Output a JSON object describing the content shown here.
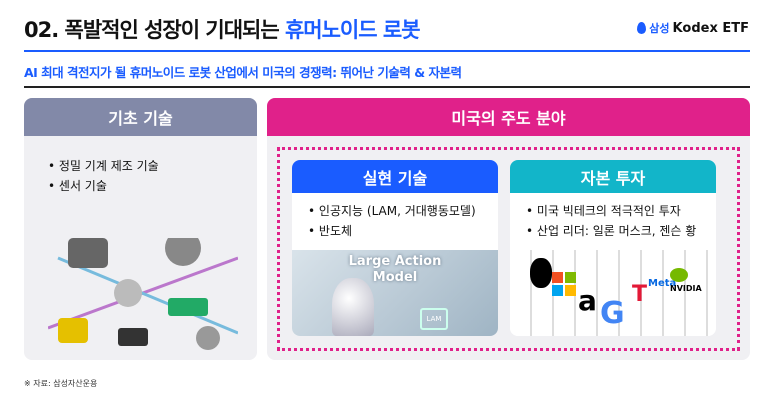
{
  "header": {
    "title_prefix": "02. 폭발적인 성장이 기대되는",
    "title_highlight": "휴머노이드 로봇",
    "brand_samsung": "삼성",
    "brand_name": "Kodex ETF"
  },
  "subtitle": "AI 최대 격전지가 될 휴머노이드 로봇 산업에서 미국의 경쟁력: 뛰어난 기술력 & 자본력",
  "left": {
    "title": "기초 기술",
    "items": [
      "정밀 기계 제조 기술",
      "센서 기술"
    ]
  },
  "right": {
    "title": "미국의 주도 분야",
    "tech": {
      "title": "실현 기술",
      "items": [
        "인공지능 (LAM, 거대행동모델)",
        "반도체"
      ],
      "image_text_1": "Large Action",
      "image_text_2": "Model",
      "chip": "LAM"
    },
    "capital": {
      "title": "자본 투자",
      "items": [
        "미국 빅테크의 적극적인 투자",
        "산업 리더: 일론 머스크, 젠슨 황"
      ],
      "logos": [
        "a",
        "G",
        "Meta",
        "NVIDIA"
      ]
    }
  },
  "footer": "※ 자료: 삼성자산운용",
  "colors": {
    "blue": "#1a5cff",
    "magenta": "#e0218a",
    "gray": "#8289a8",
    "teal": "#12b5c9"
  }
}
